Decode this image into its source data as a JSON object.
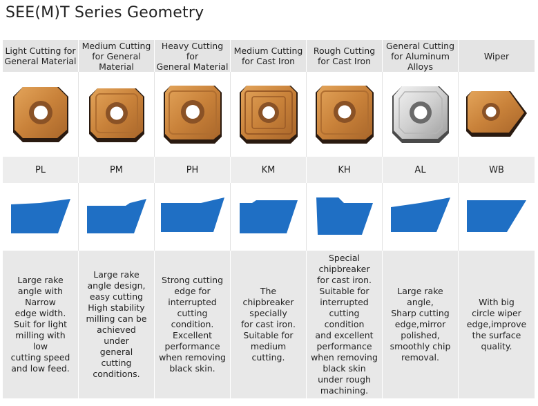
{
  "title": "SEE(M)T Series Geometry",
  "colors": {
    "insert_gold": "#cf8a3a",
    "insert_silver": "#d4d4d4",
    "profile_blue": "#1f6fc4",
    "header_bg": "#e4e4e4"
  },
  "columns": [
    {
      "header": "Light Cutting for\nGeneral Material",
      "code": "PL",
      "desc": "Large rake\nangle with\nNarrow\nedge width.\nSuit for light\nmilling with low\ncutting speed\nand low feed.",
      "insert": "gold",
      "insert_icon": "insert-pl-icon",
      "profile_icon": "profile-pl-icon"
    },
    {
      "header": "Medium Cutting\nfor General\nMaterial",
      "code": "PM",
      "desc": "Large rake\nangle design,\neasy cutting\nHigh stability\nmilling can be\nachieved under\ngeneral\ncutting\nconditions.",
      "insert": "gold",
      "insert_icon": "insert-pm-icon",
      "profile_icon": "profile-pm-icon"
    },
    {
      "header": "Heavy Cutting for\nGeneral Material",
      "code": "PH",
      "desc": "Strong cutting\nedge for\ninterrupted\ncutting\ncondition.\nExcellent\nperformance\nwhen removing\nblack skin.",
      "insert": "gold",
      "insert_icon": "insert-ph-icon",
      "profile_icon": "profile-ph-icon"
    },
    {
      "header": "Medium Cutting\nfor Cast Iron",
      "code": "KM",
      "desc": "The chipbreaker\nspecially\nfor cast iron.\nSuitable for\nmedium cutting.",
      "insert": "gold",
      "insert_icon": "insert-km-icon",
      "profile_icon": "profile-km-icon"
    },
    {
      "header": "Rough Cutting\nfor Cast Iron",
      "code": "KH",
      "desc": "Special\nchipbreaker\nfor cast iron.\nSuitable for\ninterrupted\ncutting\ncondition\nand excellent\nperformance\nwhen removing\nblack skin\nunder rough\nmachining.",
      "insert": "gold",
      "insert_icon": "insert-kh-icon",
      "profile_icon": "profile-kh-icon"
    },
    {
      "header": "General Cutting\nfor Aluminum\nAlloys",
      "code": "AL",
      "desc": "Large rake\nangle,\nSharp cutting\nedge,mirror\npolished,\nsmoothly chip\nremoval.",
      "insert": "silver",
      "insert_icon": "insert-al-icon",
      "profile_icon": "profile-al-icon"
    },
    {
      "header": "Wiper",
      "code": "WB",
      "desc": "With big\ncircle wiper\nedge,improve\nthe surface\nquality.",
      "insert": "gold",
      "insert_icon": "insert-wb-icon",
      "profile_icon": "profile-wb-icon"
    }
  ]
}
